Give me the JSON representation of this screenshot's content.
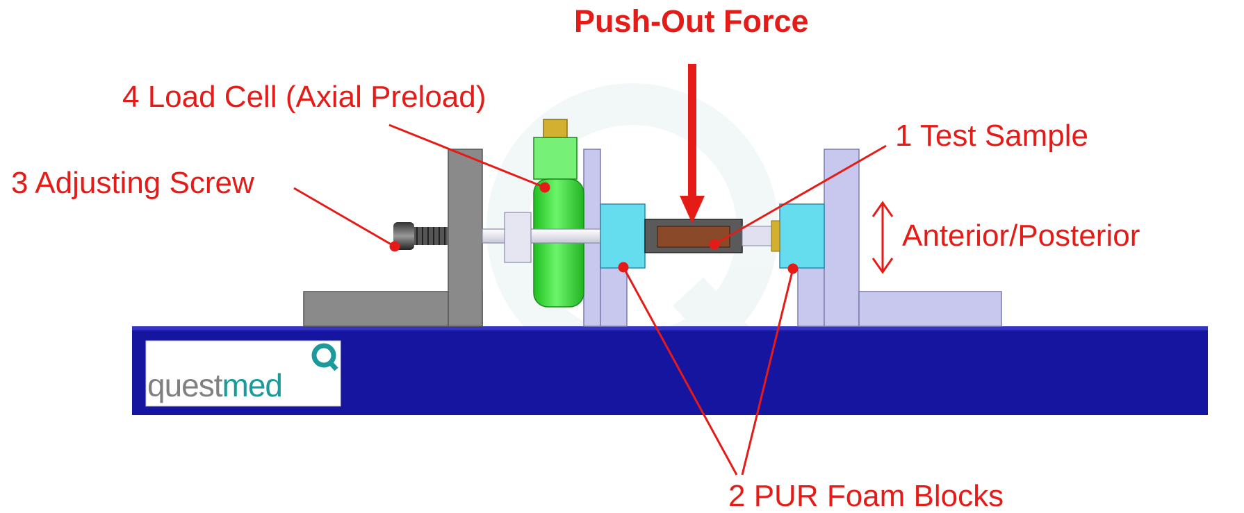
{
  "title": "Push-Out Force",
  "labels": {
    "load_cell": "4 Load Cell (Axial Preload)",
    "adjusting_screw": "3 Adjusting Screw",
    "test_sample": "1 Test Sample",
    "anterior_posterior": "Anterior/Posterior",
    "foam_blocks": "2 PUR Foam Blocks"
  },
  "logo": {
    "part1": "quest",
    "part2": "med"
  },
  "colors": {
    "annotation": "#e41b17",
    "base_plate": "#1515a0",
    "load_cell": "#33dd33",
    "foam_block": "#66ddee",
    "uprights": "#c8c8ee",
    "bracket": "#8a8a8a",
    "sample": "#8a4a2a",
    "logo_grey": "#808080",
    "logo_teal": "#1a9a9a"
  }
}
